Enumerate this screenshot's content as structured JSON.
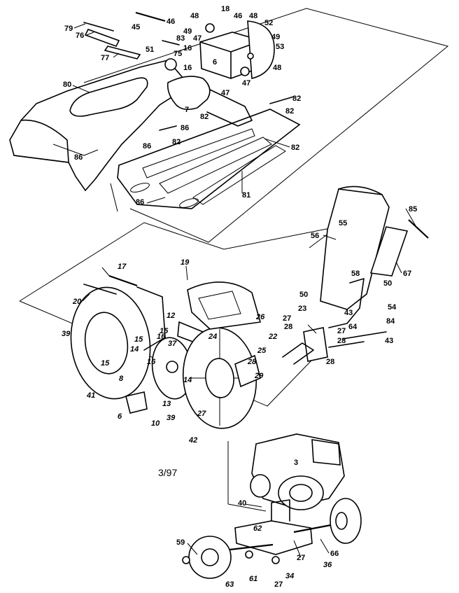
{
  "footer": {
    "date_code": "3/97"
  },
  "callouts": {
    "upper": [
      "79",
      "76",
      "77",
      "45",
      "46",
      "48",
      "18",
      "46",
      "48",
      "52",
      "49",
      "83",
      "47",
      "49",
      "53",
      "51",
      "75",
      "16",
      "6",
      "48",
      "16",
      "80",
      "7",
      "47",
      "47",
      "82",
      "82",
      "82",
      "86",
      "86",
      "86",
      "82",
      "82",
      "81",
      "86"
    ],
    "chute": [
      "85",
      "55",
      "56",
      "67",
      "58",
      "50",
      "50",
      "54",
      "23",
      "27",
      "28",
      "27",
      "28",
      "28",
      "43",
      "84",
      "64",
      "43"
    ],
    "lower": [
      "17",
      "19",
      "20",
      "12",
      "39",
      "15",
      "16",
      "15",
      "14",
      "37",
      "24",
      "26",
      "22",
      "25",
      "28",
      "29",
      "15",
      "16",
      "8",
      "14",
      "41",
      "6",
      "10",
      "13",
      "39",
      "42",
      "27",
      "3",
      "40",
      "62",
      "27",
      "59",
      "63",
      "61",
      "34",
      "27",
      "66",
      "36"
    ]
  }
}
